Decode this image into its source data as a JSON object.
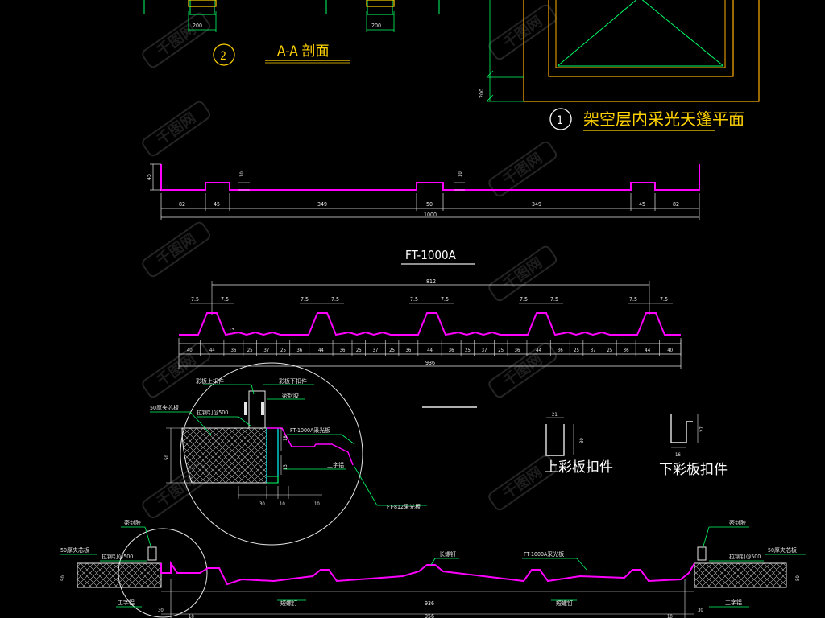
{
  "drawing": {
    "titles": {
      "section_no": "2",
      "section_title": "A-A  剖面",
      "plan_no": "1",
      "plan_title": "架空层内采光天篷平面",
      "profile_name": "FT-1000A",
      "upper_clip": "上彩板扣件",
      "lower_clip": "下彩板扣件"
    },
    "top_fragment": {
      "dim_left": "200",
      "dim_right": "200",
      "dim_vertical": "200"
    },
    "profile_1000": {
      "height": "45",
      "rib_height_left": "10",
      "rib_height_right": "10",
      "segments": [
        "82",
        "45",
        "349",
        "50",
        "349",
        "45",
        "82"
      ],
      "total": "1000"
    },
    "profile_812": {
      "rib_pitch_label": "7.5",
      "cover_width": "812",
      "lip": "2",
      "segments": [
        "40",
        "44",
        "36",
        "25",
        "37",
        "25",
        "36",
        "44",
        "36",
        "25",
        "37",
        "25",
        "36",
        "44",
        "36",
        "25",
        "37",
        "25",
        "36",
        "44",
        "36",
        "25",
        "37",
        "25",
        "36",
        "44",
        "40"
      ],
      "total": "936"
    },
    "detail_circle": {
      "upper_fastener": "彩板上扣件",
      "lower_fastener": "彩板下扣件",
      "sealant": "密封胶",
      "panel": "50厚夹芯板",
      "rivet": "拉铆钉@500",
      "light_panel": "FT-1000A采光板",
      "i_beam": "工字铝",
      "panel_812": "FT-812采光板",
      "dim_18": "18",
      "dim_50": "50",
      "dim_13": "13",
      "dim_30": "30",
      "dim_10a": "10",
      "dim_10b": "10"
    },
    "clips": {
      "upper_w": "21",
      "upper_h": "30",
      "lower_w": "16",
      "lower_h": "27"
    },
    "bottom_assembly": {
      "sealant_left": "密封胶",
      "sealant_right": "密封胶",
      "panel_left": "50厚夹芯板",
      "panel_right": "50厚夹芯板",
      "rivet_left": "拉铆钉@500",
      "rivet_right": "拉铆钉@500",
      "long_screw": "长螺钉",
      "light_panel": "FT-1000A采光板",
      "i_beam_left": "工字铝",
      "i_beam_right": "工字铝",
      "short_screw_left": "短螺钉",
      "short_screw_right": "短螺钉",
      "dim_50_left": "50",
      "dim_50_right": "50",
      "dim_936": "936",
      "dim_956": "956",
      "dim_30_left": "30",
      "dim_30_right": "30",
      "dim_10_left": "10",
      "dim_10_right": "10"
    },
    "watermark": "千图网",
    "colors": {
      "background": "#000000",
      "profile": "#ff00ff",
      "dimension": "#e8e8e8",
      "leader": "#00ff66",
      "accent": "#ffd200",
      "frame": "#ffb000",
      "cyan": "#00ffff"
    }
  }
}
